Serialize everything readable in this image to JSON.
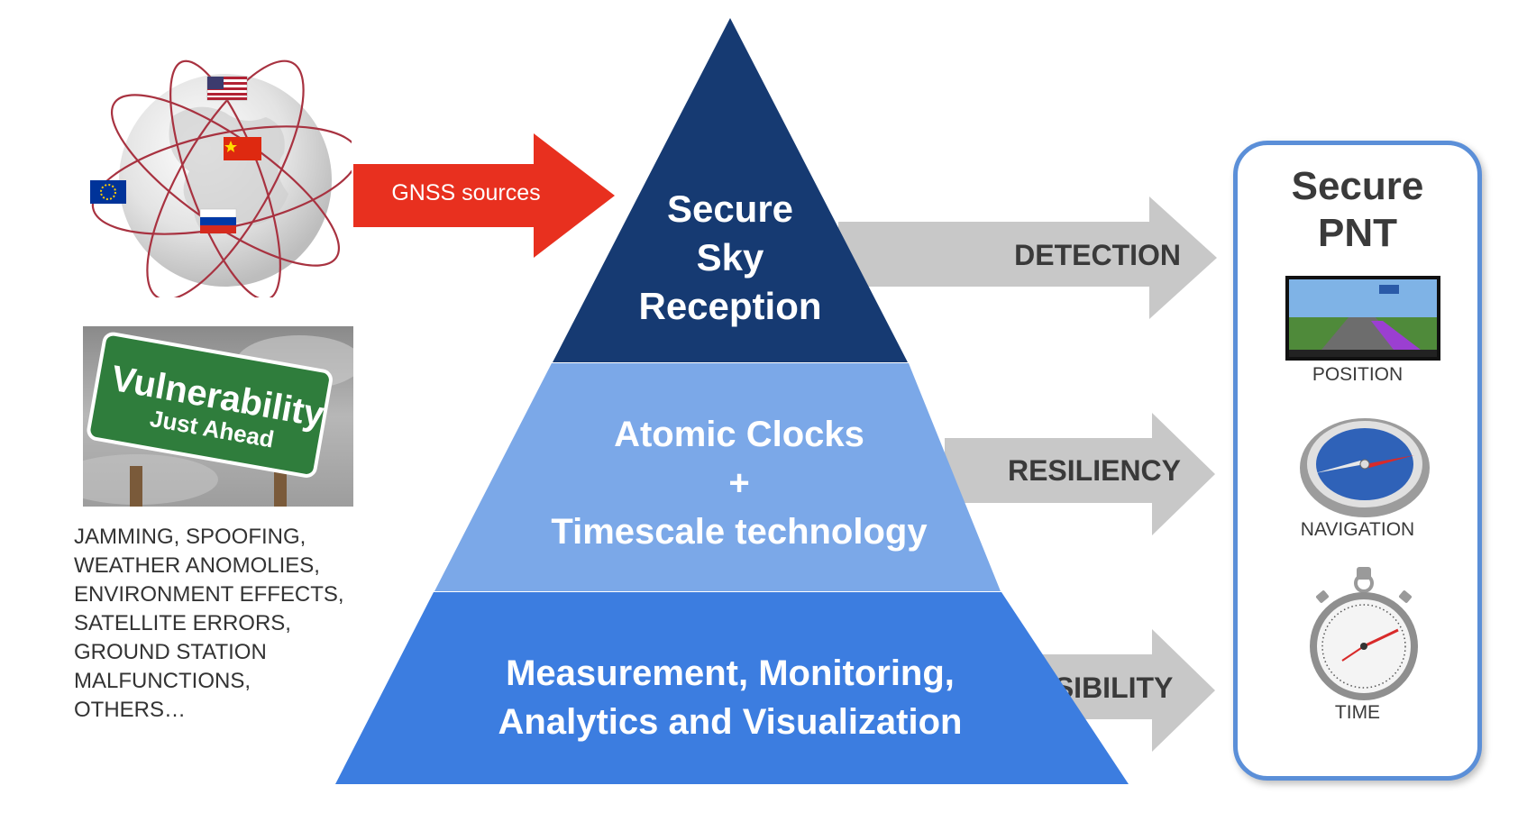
{
  "gnss_arrow": {
    "label": "GNSS sources"
  },
  "pyramid": {
    "top": {
      "lines": [
        "Secure",
        "Sky",
        "Reception"
      ],
      "color": "#163a72"
    },
    "middle": {
      "lines": [
        "Atomic Clocks",
        "+",
        "Timescale technology"
      ],
      "color": "#7ba8e8"
    },
    "bottom": {
      "lines": [
        "Measurement, Monitoring,",
        "Analytics and Visualization"
      ],
      "color": "#3c7de0"
    }
  },
  "output_arrows": [
    {
      "label": "DETECTION"
    },
    {
      "label": "RESILIENCY"
    },
    {
      "label": "VISIBILITY"
    }
  ],
  "sign": {
    "line1": "Vulnerability",
    "line2": "Just Ahead"
  },
  "threats": {
    "text": "JAMMING, SPOOFING,\nWEATHER ANOMOLIES,\nENVIRONMENT EFFECTS,\nSATELLITE ERRORS,\nGROUND STATION\nMALFUNCTIONS,\nOTHERS…"
  },
  "secure_pnt": {
    "title_line1": "Secure",
    "title_line2": "PNT",
    "items": [
      {
        "label": "POSITION",
        "icon": "gps-navigation-screen-icon"
      },
      {
        "label": "NAVIGATION",
        "icon": "compass-icon"
      },
      {
        "label": "TIME",
        "icon": "stopwatch-icon"
      }
    ]
  },
  "colors": {
    "gnss_arrow": "#e8301f",
    "grey_arrow": "#c8c8c8",
    "box_border": "#5b8fd8"
  }
}
